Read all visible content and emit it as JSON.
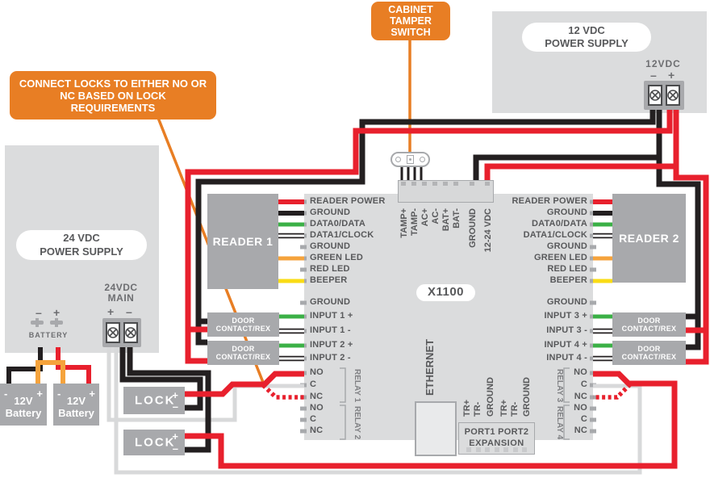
{
  "callouts": {
    "lock_note": "CONNECT LOCKS TO EITHER NO OR NC BASED ON LOCK REQUIREMENTS",
    "tamper": "CABINET TAMPER SWITCH"
  },
  "supplies": {
    "ps12": {
      "label_line1": "12 VDC",
      "label_line2": "POWER SUPPLY",
      "terminal_label": "12VDC",
      "minus": "–",
      "plus": "+"
    },
    "ps24": {
      "label_line1": "24 VDC",
      "label_line2": "POWER SUPPLY",
      "main_label_line1": "24VDC",
      "main_label_line2": "MAIN",
      "main_plus": "+",
      "main_minus": "–",
      "battery_label": "BATTERY",
      "battery_minus": "–",
      "battery_plus": "+"
    }
  },
  "battery": {
    "line1": "12V",
    "line2": "Battery",
    "minus": "-",
    "plus": "+"
  },
  "lock": {
    "label": "LOCK",
    "plus": "+",
    "minus": "–"
  },
  "readers": {
    "r1": "READER 1",
    "r2": "READER 2"
  },
  "door_contact": {
    "line1": "DOOR",
    "line2": "CONTACT/REX"
  },
  "board": {
    "model": "X1100",
    "left_reader_pins": [
      "READER POWER",
      "GROUND",
      "DATA0/DATA",
      "DATA1/CLOCK",
      "GROUND",
      "GREEN LED",
      "RED LED",
      "BEEPER"
    ],
    "left_io_pins": [
      "GROUND",
      "INPUT 1 +",
      "INPUT 1 -",
      "INPUT 2 +",
      "INPUT 2 -"
    ],
    "left_relay_pins": [
      "NO",
      "C",
      "NC",
      "NO",
      "C",
      "NC"
    ],
    "right_reader_pins": [
      "READER POWER",
      "GROUND",
      "DATA0/DATA",
      "DATA1/CLOCK",
      "GROUND",
      "GREEN LED",
      "RED LED",
      "BEEPER"
    ],
    "right_io_pins": [
      "GROUND",
      "INPUT 3 +",
      "INPUT 3 -",
      "INPUT 4 +",
      "INPUT 4 -"
    ],
    "right_relay_pins": [
      "NO",
      "C",
      "NC",
      "NO",
      "C",
      "NC"
    ],
    "relay_groups": [
      "RELAY 1",
      "RELAY 2",
      "RELAY 3",
      "RELAY 4"
    ],
    "top_pins": [
      "TAMP+",
      "TAMP-",
      "AC+",
      "AC-",
      "BAT+",
      "BAT-",
      "GROUND",
      "12-24 VDC"
    ],
    "bottom_pins": [
      "TR+",
      "TR-",
      "GROUND",
      "TR+",
      "TR-",
      "GROUND"
    ],
    "ethernet": "ETHERNET",
    "expansion_ports": "PORT1 PORT2",
    "expansion": "EXPANSION"
  },
  "colors": {
    "callout_orange": "#E87E24",
    "wire_red": "#E8202D",
    "wire_black": "#231F20",
    "wire_green": "#3BB046",
    "wire_orange": "#F5A33C",
    "wire_yellow": "#FADC15",
    "wire_gray": "#D8D9DA",
    "panel_gray": "#DBDCDD",
    "device_gray": "#A8A9AC",
    "text_gray": "#58595B"
  }
}
